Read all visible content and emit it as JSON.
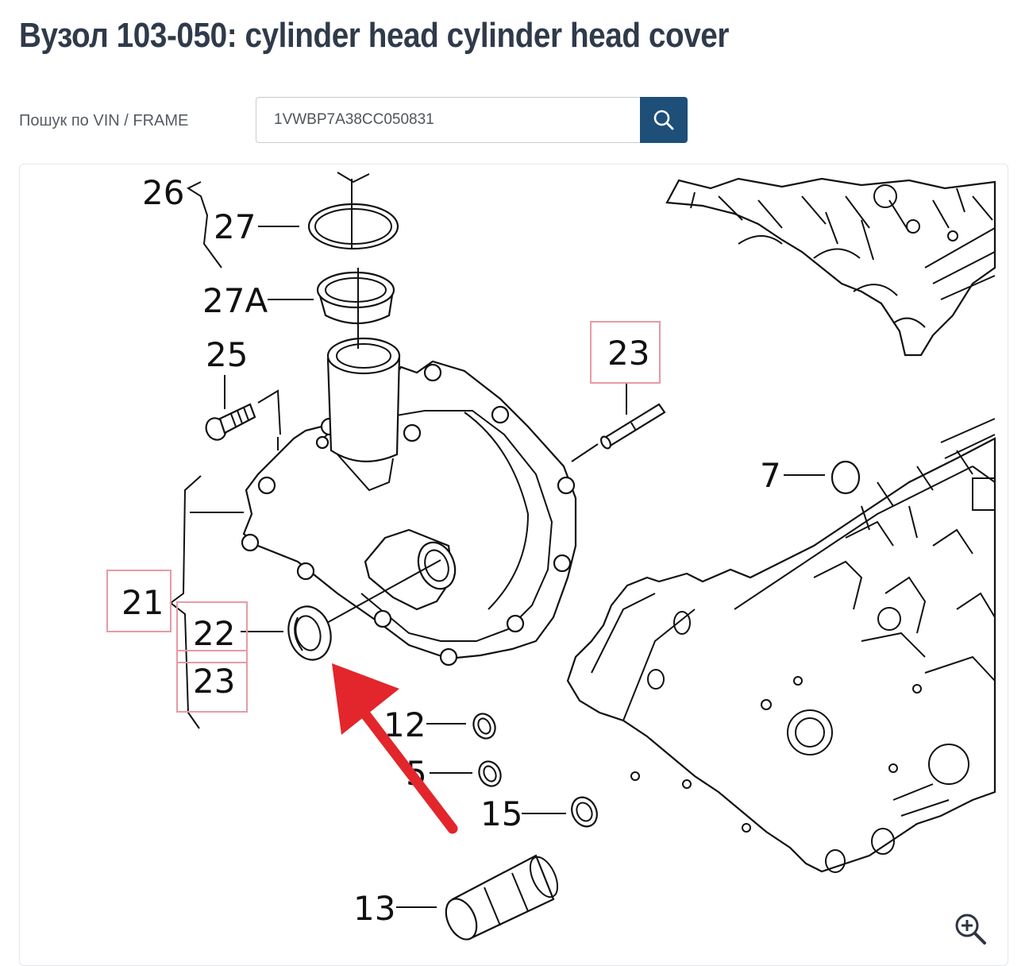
{
  "page": {
    "title": "Вузол 103-050: cylinder head cylinder head cover"
  },
  "search": {
    "label": "Пошук по VIN / FRAME",
    "value": "1VWBP7A38CC050831",
    "button_icon": "search-icon"
  },
  "diagram": {
    "callouts": {
      "c26": "26",
      "c27": "27",
      "c27a": "27A",
      "c25": "25",
      "c23_top": "23",
      "c7": "7",
      "c21": "21",
      "c22": "22",
      "c23_low": "23",
      "c12": "12",
      "c5": "5",
      "c15": "15",
      "c13": "13"
    },
    "highlighted_parts": [
      "23",
      "21",
      "22",
      "23"
    ],
    "highlight_color": "#e79aa5",
    "arrow_color": "#e3262b",
    "zoom_icon": "zoom-in-icon"
  }
}
